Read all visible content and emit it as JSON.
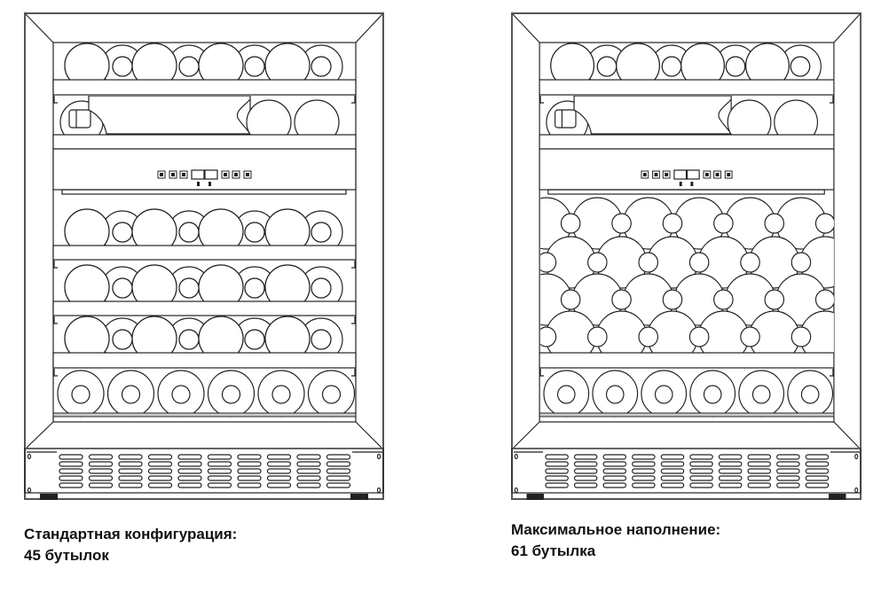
{
  "fridges": [
    {
      "layout": "standard",
      "caption_title": "Стандартная конфигурация:",
      "caption_count": "45 бутылок"
    },
    {
      "layout": "maximum",
      "caption_title": "Максимальное наполнение:",
      "caption_count": "61 бутылка"
    }
  ]
}
